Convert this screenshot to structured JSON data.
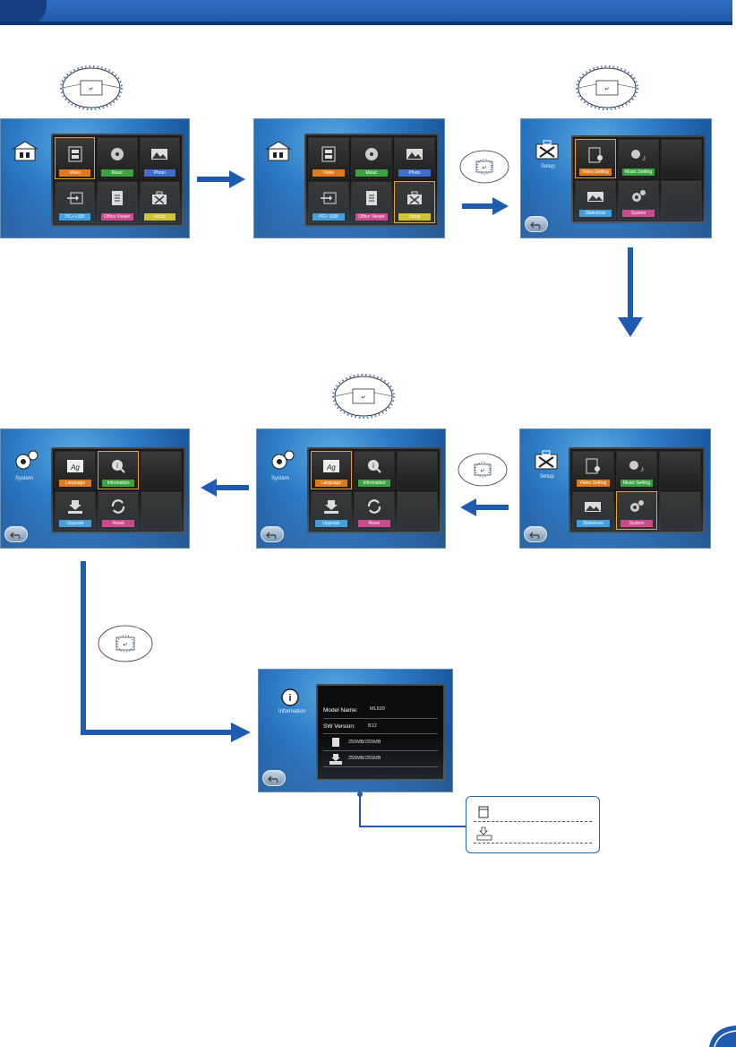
{
  "home": {
    "label_video": "Video",
    "label_music": "Music",
    "label_photo": "Photo",
    "label_usb": "PC+ USB",
    "label_office": "Office Viewer",
    "label_setup": "Setup"
  },
  "setup_screen": {
    "title": "Setup",
    "label_video_setting": "Video Setting",
    "label_music_setting": "Music Setting",
    "label_slideshow": "Slideshow",
    "label_system": "System"
  },
  "system_screen": {
    "title": "System",
    "label_language": "Language",
    "label_information": "Information",
    "label_upgrade": "Upgrade",
    "label_reset": "Reset"
  },
  "info_screen": {
    "title": "Information",
    "model_label": "Model Name:",
    "model_value": "ML500",
    "sw_label": "SW Version:",
    "sw_value": "B12",
    "mem1_value": "255MB/255MB",
    "mem2_value": "255MB/255MB"
  },
  "colors": {
    "accent_blue": "#1f5cb0",
    "label_orange": "#e07a1a",
    "label_green": "#3aa540",
    "label_blue": "#3e6fd0",
    "label_cyan": "#3a9ad8",
    "label_pink": "#d23a80",
    "label_yellow": "#d8c21a",
    "selection": "#f0a020"
  }
}
